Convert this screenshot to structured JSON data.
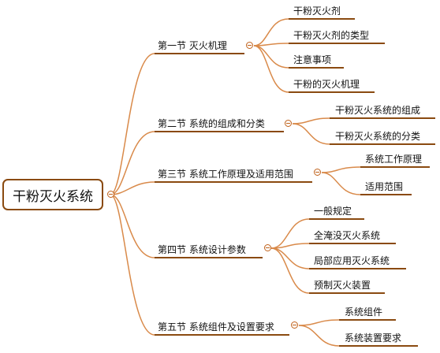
{
  "root": "干粉灭火系统",
  "sections": [
    {
      "label": "第一节  灭火机理",
      "children": [
        "干粉灭火剂",
        "干粉灭火剂的类型",
        "注意事项",
        "干粉的灭火机理"
      ]
    },
    {
      "label": "第二节  系统的组成和分类",
      "children": [
        "干粉灭火系统的组成",
        "干粉灭火系统的分类"
      ]
    },
    {
      "label": "第三节  系统工作原理及适用范围",
      "children": [
        "系统工作原理",
        "适用范围"
      ]
    },
    {
      "label": "第四节  系统设计参数",
      "children": [
        "一般规定",
        "全淹没灭火系统",
        "局部应用灭火系统",
        "预制灭火装置"
      ]
    },
    {
      "label": "第五节  系统组件及设置要求",
      "children": [
        "系统组件",
        "系统装置要求"
      ]
    }
  ],
  "colors": {
    "branch": "#c0611a",
    "underline": "#8a4a10",
    "toggle": "#c0611a"
  }
}
